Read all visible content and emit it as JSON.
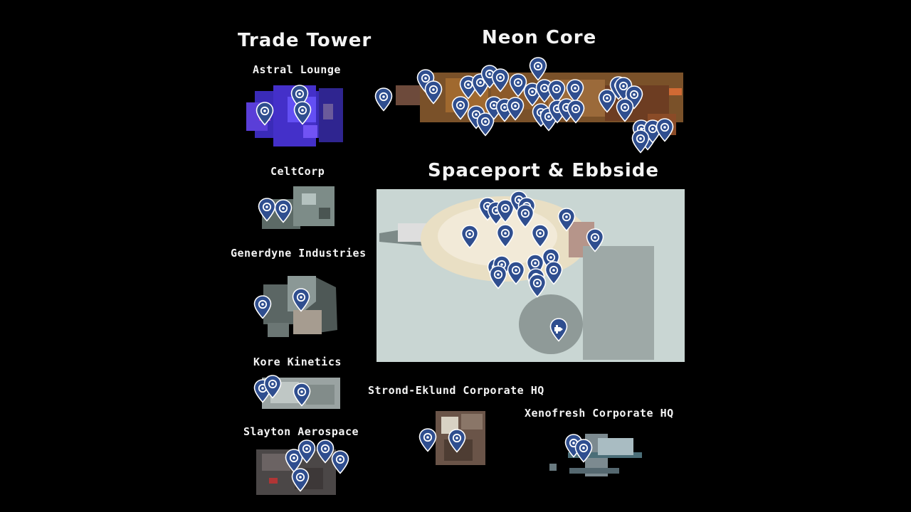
{
  "titles": {
    "trade_tower": "Trade Tower",
    "neon_core": "Neon Core",
    "spaceport": "Spaceport & Ebbside"
  },
  "locations": {
    "astral_lounge": "Astral Lounge",
    "celtcorp": "CeltCorp",
    "generdyne": "Generdyne Industries",
    "kore_kinetics": "Kore Kinetics",
    "slayton": "Slayton Aerospace",
    "strond_eklund": "Strond-Eklund Corporate HQ",
    "xenofresh": "Xenofresh Corporate HQ"
  },
  "colors": {
    "background": "#000000",
    "pin_fill": "#2f4e8f",
    "pin_outline": "#ffffff",
    "astral_map": "#4b3cd6",
    "neon_core_map": "#8a5a2e",
    "spaceport_map": "#c9d6d3"
  },
  "icons": {
    "pin": "map-pin-icon",
    "pin_variant": "ship-icon"
  }
}
